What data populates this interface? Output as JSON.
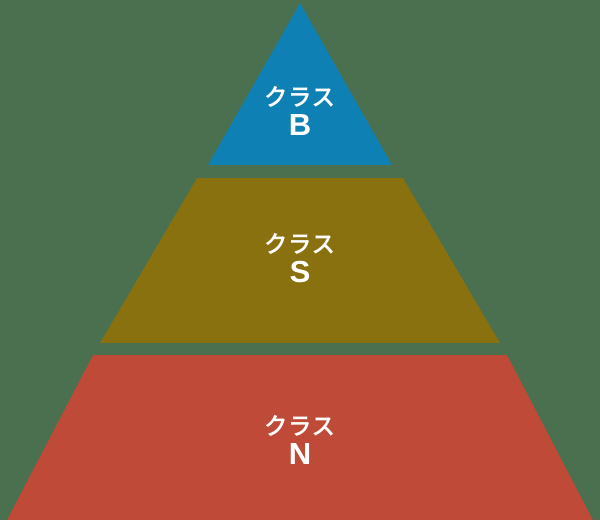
{
  "diagram": {
    "type": "pyramid",
    "background_color": "#4A7050",
    "text_color": "#FFFFFF",
    "tiers": [
      {
        "rank": 1,
        "position": "top",
        "label_line1": "クラス",
        "label_line2": "B",
        "full_label": "クラス B",
        "color": "#0F80B4"
      },
      {
        "rank": 2,
        "position": "middle",
        "label_line1": "クラス",
        "label_line2": "S",
        "full_label": "クラス S",
        "color": "#8A7110"
      },
      {
        "rank": 3,
        "position": "bottom",
        "label_line1": "クラス",
        "label_line2": "N",
        "full_label": "クラス N",
        "color": "#BE4A37"
      }
    ]
  }
}
